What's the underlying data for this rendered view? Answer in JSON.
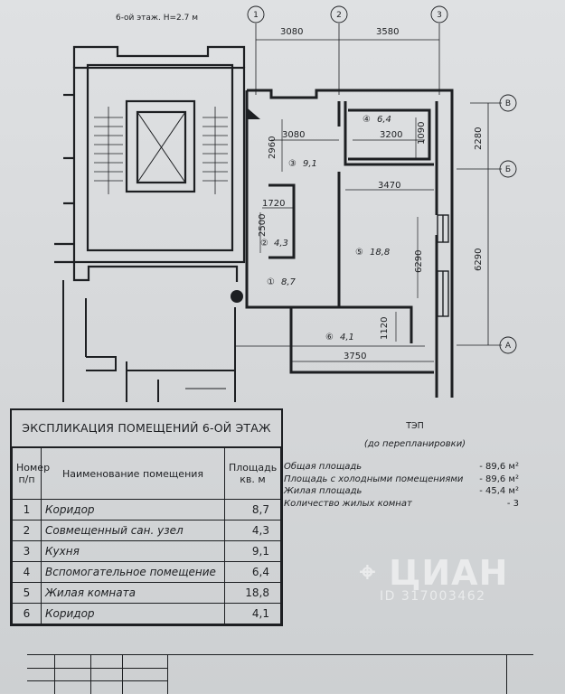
{
  "floor_header": "6-ой этаж. H=2.7 м",
  "axes": [
    {
      "id": "axis-1",
      "label": "1"
    },
    {
      "id": "axis-2",
      "label": "2"
    },
    {
      "id": "axis-3",
      "label": "3"
    },
    {
      "id": "axis-v",
      "label": "В"
    },
    {
      "id": "axis-b",
      "label": "Б"
    },
    {
      "id": "axis-a",
      "label": "А"
    }
  ],
  "dimensions": {
    "top_left": "3080",
    "top_right": "3580",
    "kitchen_width": "3080",
    "kitchen_height": "2960",
    "aux_width": "3200",
    "aux_height": "1090",
    "right_vb": "2280",
    "living_width": "3470",
    "bath_width": "1720",
    "bath_height": "2500",
    "living_height": "6290",
    "right_ba": "6290",
    "corridor2_height": "1120",
    "corridor2_width": "3750"
  },
  "room_labels": [
    {
      "num": "①",
      "area": "8,7"
    },
    {
      "num": "②",
      "area": "4,3"
    },
    {
      "num": "③",
      "area": "9,1"
    },
    {
      "num": "④",
      "area": "6,4"
    },
    {
      "num": "⑤",
      "area": "18,8"
    },
    {
      "num": "⑥",
      "area": "4,1"
    }
  ],
  "explication": {
    "title": "ЭКСПЛИКАЦИЯ ПОМЕЩЕНИЙ 6-ОЙ ЭТАЖ",
    "headers": {
      "num": "Номер п/п",
      "name": "Наименование помещения",
      "area": "Площадь кв. м"
    },
    "rows": [
      {
        "num": "1",
        "name": "Коридор",
        "area": "8,7"
      },
      {
        "num": "2",
        "name": "Совмещенный сан. узел",
        "area": "4,3"
      },
      {
        "num": "3",
        "name": "Кухня",
        "area": "9,1"
      },
      {
        "num": "4",
        "name": "Вспомогательное помещение",
        "area": "6,4"
      },
      {
        "num": "5",
        "name": "Жилая комната",
        "area": "18,8"
      },
      {
        "num": "6",
        "name": "Коридор",
        "area": "4,1"
      }
    ]
  },
  "tep": {
    "title": "ТЭП",
    "subtitle": "(до перепланировки)",
    "rows": [
      {
        "label": "Общая площадь",
        "value": "- 89,6 м²"
      },
      {
        "label": "Площадь с холодными помещениями",
        "value": "- 89,6 м²"
      },
      {
        "label": "Жилая площадь",
        "value": "- 45,4 м²"
      },
      {
        "label": "Количество жилых комнат",
        "value": "- 3"
      }
    ]
  },
  "watermark": {
    "brand": "ЦИАН",
    "id": "ID 317003462"
  }
}
